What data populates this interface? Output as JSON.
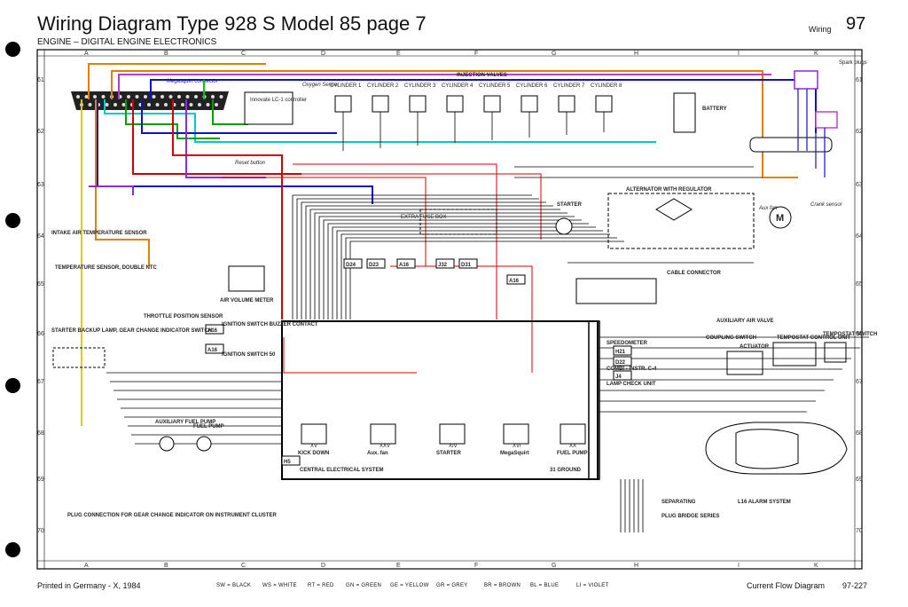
{
  "header": {
    "title": "Wiring Diagram Type 928 S Model 85 page 7",
    "subtitle": "ENGINE – DIGITAL ENGINE ELECTRONICS",
    "section": "Wiring",
    "page_number": "97"
  },
  "footer": {
    "printed": "Printed in Germany - X, 1984",
    "diagram_type": "Current Flow Diagram",
    "doc_number": "97-227"
  },
  "color_legend": [
    {
      "code": "SW = BLACK",
      "hex": "#000000"
    },
    {
      "code": "WS = WHITE",
      "hex": "#ffffff"
    },
    {
      "code": "RT = RED",
      "hex": "#d40000"
    },
    {
      "code": "GN = GREEN",
      "hex": "#00a000"
    },
    {
      "code": "GE = YELLOW",
      "hex": "#e6c800"
    },
    {
      "code": "GR = GREY",
      "hex": "#888888"
    },
    {
      "code": "BR = BROWN",
      "hex": "#8b4513"
    },
    {
      "code": "BL = BLUE",
      "hex": "#1010c8"
    },
    {
      "code": "LI = VIOLET",
      "hex": "#8a2be2"
    }
  ],
  "grid": {
    "columns": [
      "A",
      "B",
      "C",
      "D",
      "E",
      "F",
      "G",
      "H",
      "I",
      "K"
    ],
    "rows": [
      "61",
      "62",
      "63",
      "64",
      "65",
      "66",
      "67",
      "68",
      "69",
      "70"
    ]
  },
  "labels": {
    "megasquirt_connector": "Megasquirt connector",
    "innovate": "Innovate LC-1 controller",
    "oxygen_sensor": "Oxygen Sensor",
    "reset_button": "Reset button",
    "injection_valves": "INJECTION VALVES",
    "cylinders": [
      "CYLINDER 1",
      "CYLINDER 2",
      "CYLINDER 3",
      "CYLINDER 4",
      "CYLINDER 5",
      "CYLINDER 6",
      "CYLINDER 7",
      "CYLINDER 8"
    ],
    "battery": "BATTERY",
    "spark_plugs": "Spark plugs",
    "intake_air_temp": "INTAKE AIR TEMPERATURE SENSOR",
    "temp_sensor_ntc": "TEMPERATURE SENSOR, DOUBLE NTC",
    "throttle_sensor": "THROTTLE POSITION SENSOR",
    "air_volume_meter": "AIR VOLUME METER",
    "extra_fuse_box": "EXTRA FUSE BOX",
    "starter": "STARTER",
    "alternator": "ALTERNATOR WITH REGULATOR",
    "aux_fan": "Aux fan",
    "crank_sensor": "Crank sensor",
    "cable_connector": "CABLE CONNECTOR",
    "aux_air_valve": "AUXILIARY AIR VALVE",
    "ignition_buzzer": "IGNITION SWITCH BUZZER CONTACT",
    "ignition_switch": "IGNITION SWITCH 50",
    "starter_backup": "STARTER BACKUP LAMP, GEAR CHANGE INDICATOR SWITCH",
    "aux_fuel_pump": "AUXILIARY FUEL PUMP",
    "fuel_pump": "FUEL PUMP",
    "plug_connection": "PLUG CONNECTION FOR GEAR CHANGE INDICATOR ON INSTRUMENT CLUSTER",
    "central_electrical": "CENTRAL ELECTRICAL SYSTEM",
    "speedometer": "SPEEDOMETER",
    "combi_instr": "COMBI - INSTR. C-4",
    "lamp_check": "LAMP CHECK UNIT",
    "coupling_switch": "COUPLING SWITCH",
    "actuator": "ACTUATOR",
    "temp_control_unit": "TEMPOSTAT CONTROL UNIT",
    "tempostat_switch": "TEMPOSTAT SWITCH",
    "separating": "SEPARATING",
    "alarm_system": "L16 ALARM SYSTEM",
    "plug_bridge": "PLUG BRIDGE SERIES",
    "ground": "31 GROUND",
    "relays": [
      "KICK DOWN",
      "Aux. fan",
      "STARTER",
      "MegaSquirt",
      "FUEL PUMP"
    ],
    "relay_codes": [
      "XV",
      "XXV",
      "XIV",
      "XVI",
      "XX"
    ],
    "fuse_codes": [
      "D24",
      "D23",
      "A16",
      "J32",
      "D31",
      "A16"
    ],
    "module_codes": [
      "A16",
      "A16",
      "H21",
      "D22",
      "J4",
      "H5"
    ],
    "speaker": "M"
  }
}
